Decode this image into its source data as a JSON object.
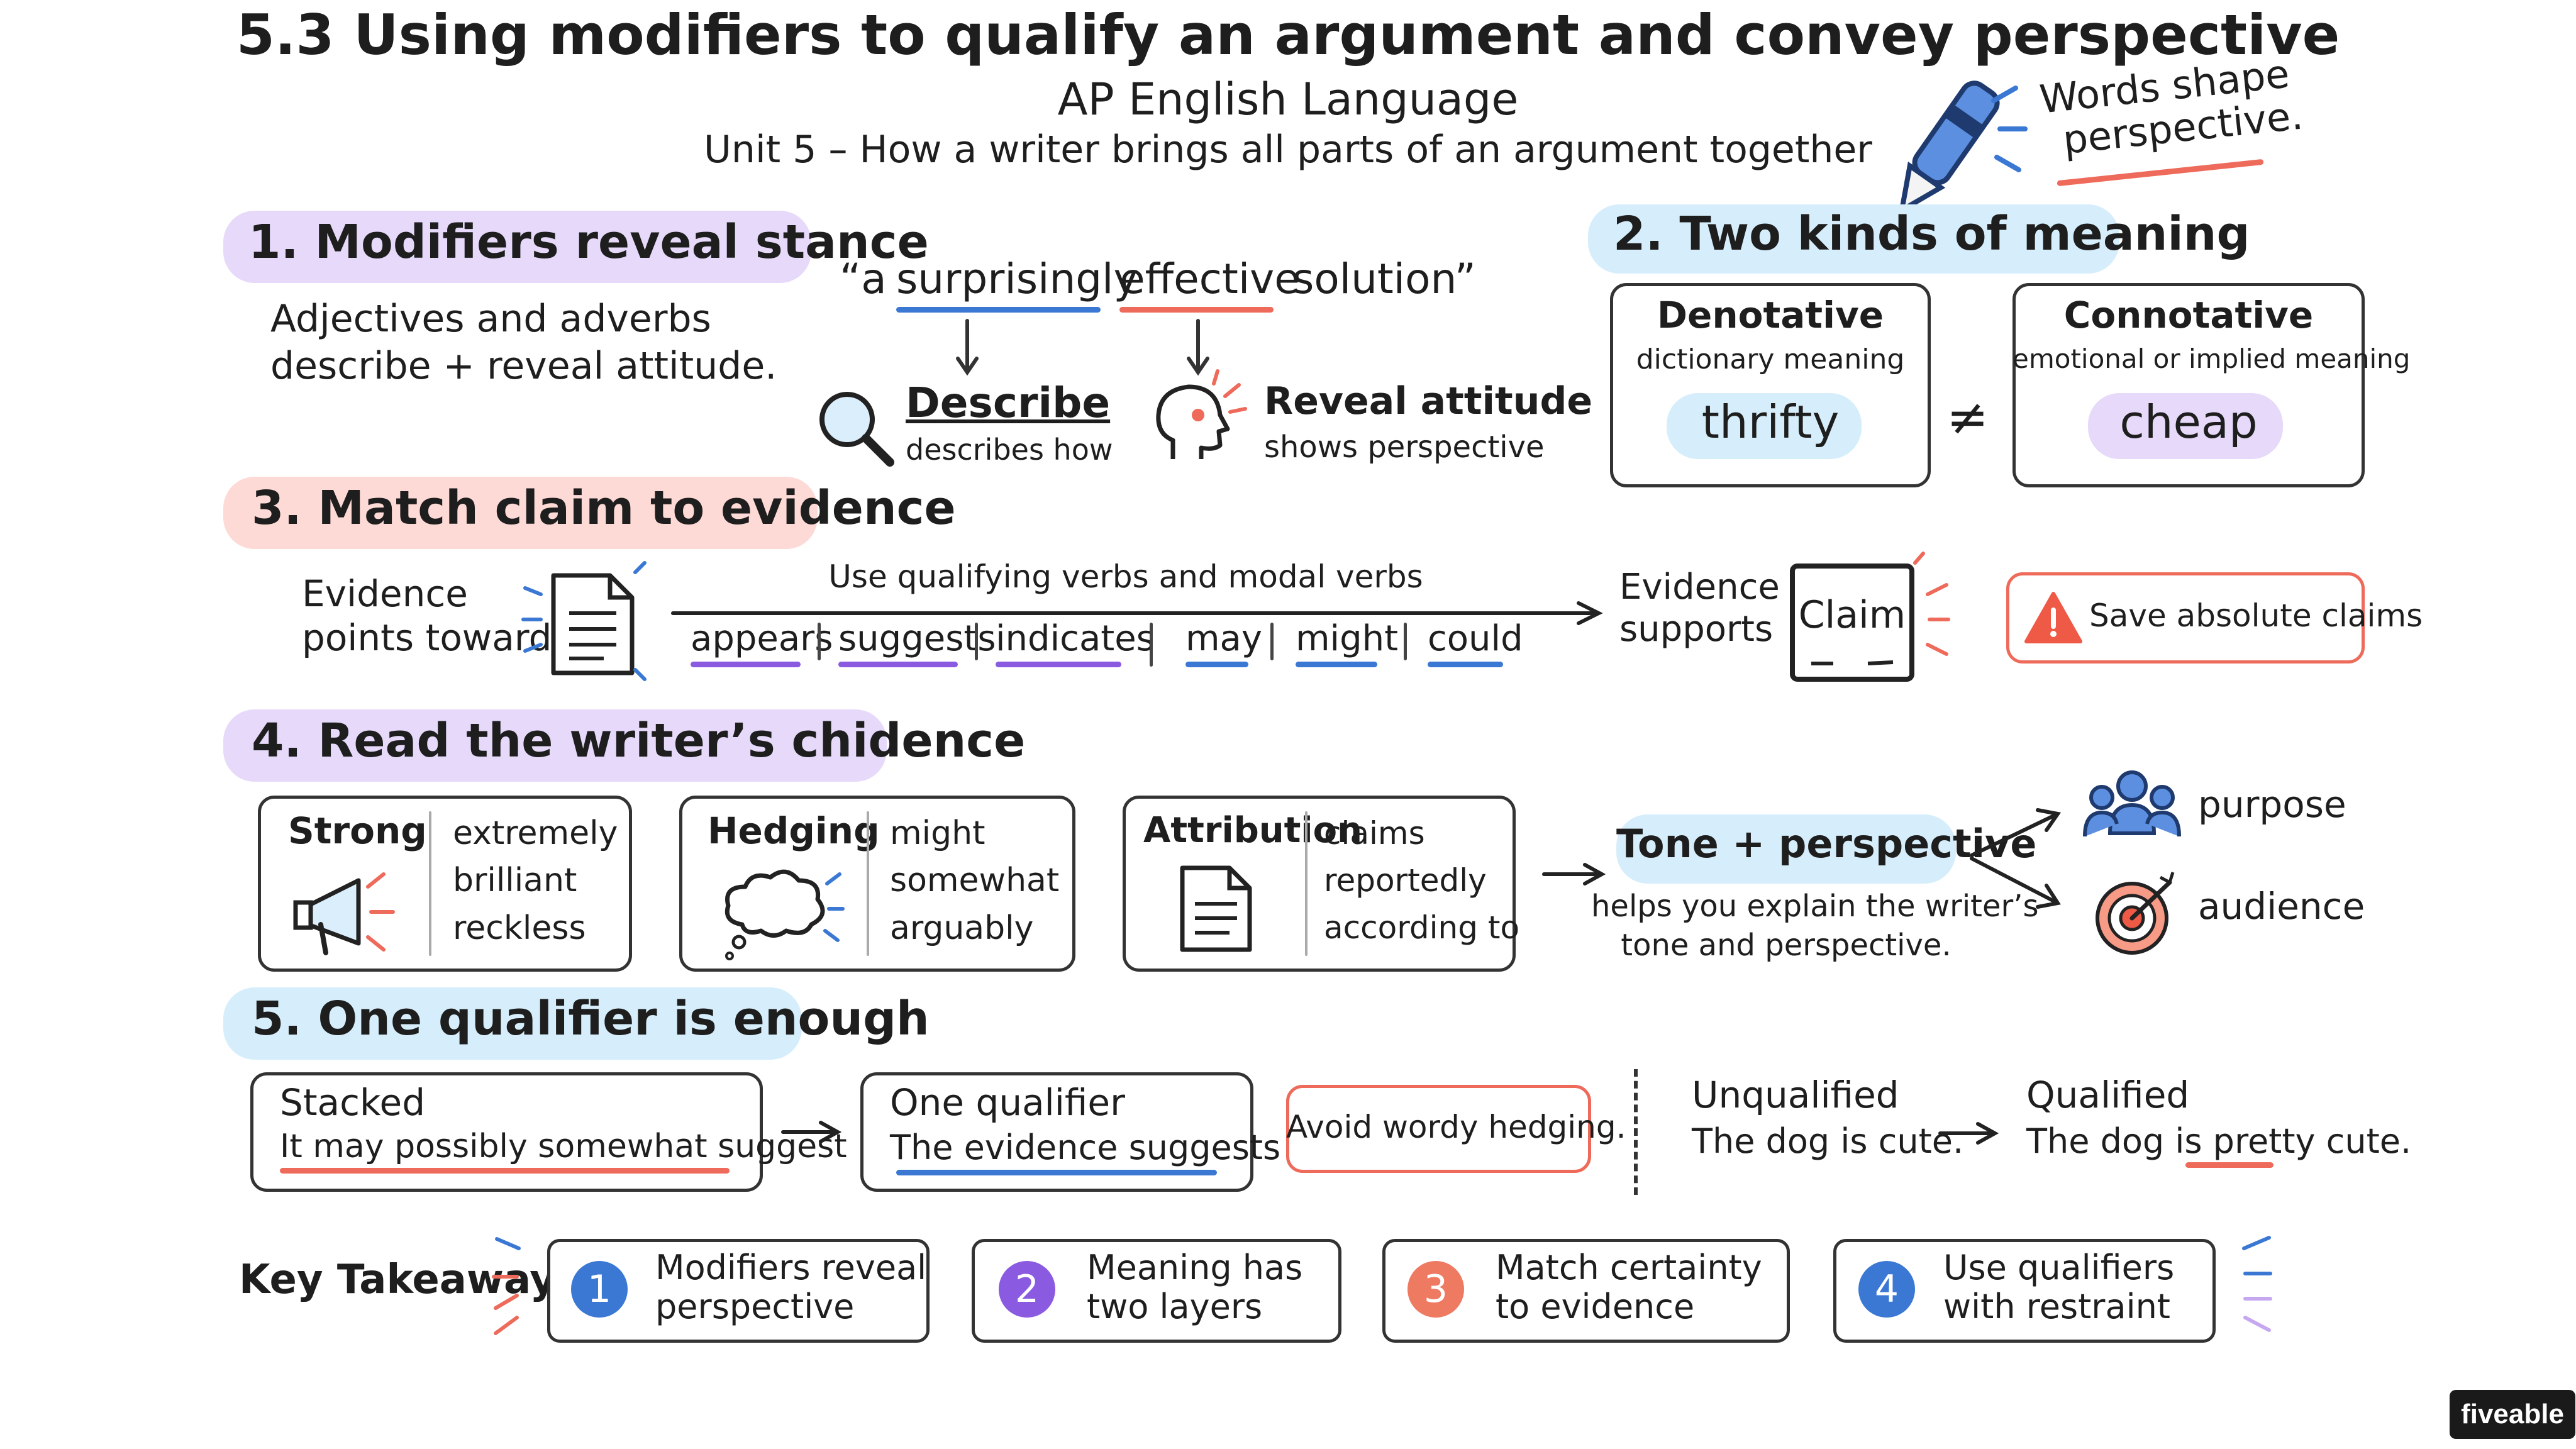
{
  "header": {
    "title": "5.3 Using modifiers to qualify an argument and convey perspective",
    "course": "AP English Language",
    "unit": "Unit 5 – How a writer brings all parts of an argument together",
    "tagline_line1": "Words shape",
    "tagline_line2": "perspective."
  },
  "section1": {
    "heading": "1. Modifiers reveal stance",
    "desc_line1": "Adjectives and adverbs",
    "desc_line2": "describe + reveal attitude.",
    "quote_open": "“a",
    "quote_word1": "surprisingly",
    "quote_word2": "effective",
    "quote_close": "solution”",
    "describe_label": "Describe",
    "describe_sub": "describes how",
    "reveal_label": "Reveal attitude",
    "reveal_sub": "shows perspective"
  },
  "section2": {
    "heading": "2. Two kinds of meaning",
    "denotative_title": "Denotative",
    "denotative_sub": "dictionary meaning",
    "denotative_word": "thrifty",
    "not_equal": "≠",
    "connotative_title": "Connotative",
    "connotative_sub": "emotional or implied meaning",
    "connotative_word": "cheap"
  },
  "section3": {
    "heading": "3. Match claim to evidence",
    "evidence_line1": "Evidence",
    "evidence_line2": "points toward",
    "arrow_label": "Use qualifying verbs and modal verbs",
    "verbs": [
      "appears",
      "suggests",
      "indicates",
      "may",
      "might",
      "could"
    ],
    "supports_line1": "Evidence",
    "supports_line2": "supports",
    "claim": "Claim",
    "warning": "Save absolute claims"
  },
  "section4": {
    "heading": "4. Read the writer’s chidence",
    "strong_title": "Strong",
    "strong_words": [
      "extremely",
      "brilliant",
      "reckless"
    ],
    "hedging_title": "Hedging",
    "hedging_words": [
      "might",
      "somewhat",
      "arguably"
    ],
    "attribution_title": "Attribution",
    "attribution_words": [
      "claims",
      "reportedly",
      "according to"
    ],
    "tone_label": "Tone + perspective",
    "tone_sub_line1": "helps you explain the writer’s",
    "tone_sub_line2": "tone and perspective.",
    "purpose": "purpose",
    "audience": "audience"
  },
  "section5": {
    "heading": "5. One qualifier is enough",
    "stacked_title": "Stacked",
    "stacked_text": "It may possibly somewhat suggest",
    "one_title": "One qualifier",
    "one_text": "The evidence suggests",
    "avoid": "Avoid wordy hedging.",
    "unqualified_title": "Unqualified",
    "unqualified_text": "The dog is cute.",
    "qualified_title": "Qualified",
    "qualified_pre": "The dog is",
    "qualified_word": "pretty",
    "qualified_post": "cute."
  },
  "takeaways": {
    "label": "Key Takeaways:",
    "items": [
      {
        "num": "1",
        "line1": "Modifiers reveal",
        "line2": "perspective",
        "color": "#3a78d4"
      },
      {
        "num": "2",
        "line1": "Meaning has",
        "line2": "two layers",
        "color": "#8a5be0"
      },
      {
        "num": "3",
        "line1": "Match certainty",
        "line2": "to evidence",
        "color": "#ee7a62"
      },
      {
        "num": "4",
        "line1": "Use qualifiers",
        "line2": "with restraint",
        "color": "#3a78d4"
      }
    ]
  },
  "brand": "fiveable",
  "colors": {
    "purple_highlight": "#e6d9fa",
    "blue_highlight": "#d6eefb",
    "pink_highlight": "#fddad6",
    "blue_underline": "#3a78d4",
    "purple_underline": "#8a5be0",
    "red_underline": "#ee6a5a",
    "warning": "#ee6a5a"
  },
  "icons": [
    "pen-icon",
    "magnifier-icon",
    "head-icon",
    "document-icon",
    "claim-card-icon",
    "warning-icon",
    "megaphone-icon",
    "thought-cloud-icon",
    "people-icon",
    "target-icon"
  ]
}
